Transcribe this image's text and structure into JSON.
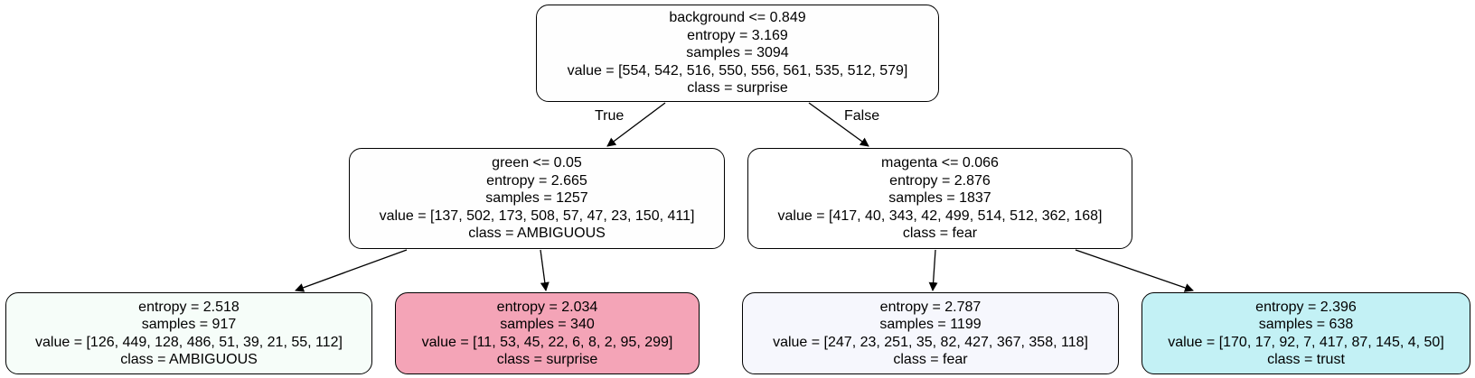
{
  "tree": {
    "root": {
      "split": "background <= 0.849",
      "entropy": "entropy = 3.169",
      "samples": "samples = 3094",
      "value": "value = [554, 542, 516, 550, 556, 561, 535, 512, 579]",
      "class": "class = surprise",
      "fill": "#fefefe"
    },
    "left": {
      "split": "green <= 0.05",
      "entropy": "entropy = 2.665",
      "samples": "samples = 1257",
      "value": "value = [137, 502, 173, 508, 57, 47, 23, 150, 411]",
      "class": "class = AMBIGUOUS",
      "fill": "#fefefe"
    },
    "right": {
      "split": "magenta <= 0.066",
      "entropy": "entropy = 2.876",
      "samples": "samples = 1837",
      "value": "value = [417, 40, 343, 42, 499, 514, 512, 362, 168]",
      "class": "class = fear",
      "fill": "#ffffff"
    },
    "left_left": {
      "entropy": "entropy = 2.518",
      "samples": "samples = 917",
      "value": "value = [126, 449, 128, 486, 51, 39, 21, 55, 112]",
      "class": "class = AMBIGUOUS",
      "fill": "#f6fdf9"
    },
    "left_right": {
      "entropy": "entropy = 2.034",
      "samples": "samples = 340",
      "value": "value = [11, 53, 45, 22, 6, 8, 2, 95, 299]",
      "class": "class = surprise",
      "fill": "#f4a4b7"
    },
    "right_left": {
      "entropy": "entropy = 2.787",
      "samples": "samples = 1199",
      "value": "value = [247, 23, 251, 35, 82, 427, 367, 358, 118]",
      "class": "class = fear",
      "fill": "#f6f7fd"
    },
    "right_right": {
      "entropy": "entropy = 2.396",
      "samples": "samples = 638",
      "value": "value = [170, 17, 92, 7, 417, 87, 145, 4, 50]",
      "class": "class = trust",
      "fill": "#c3f1f5"
    }
  },
  "edge_labels": {
    "true": "True",
    "false": "False"
  },
  "colors": {
    "stroke": "#000000",
    "background": "#ffffff"
  }
}
